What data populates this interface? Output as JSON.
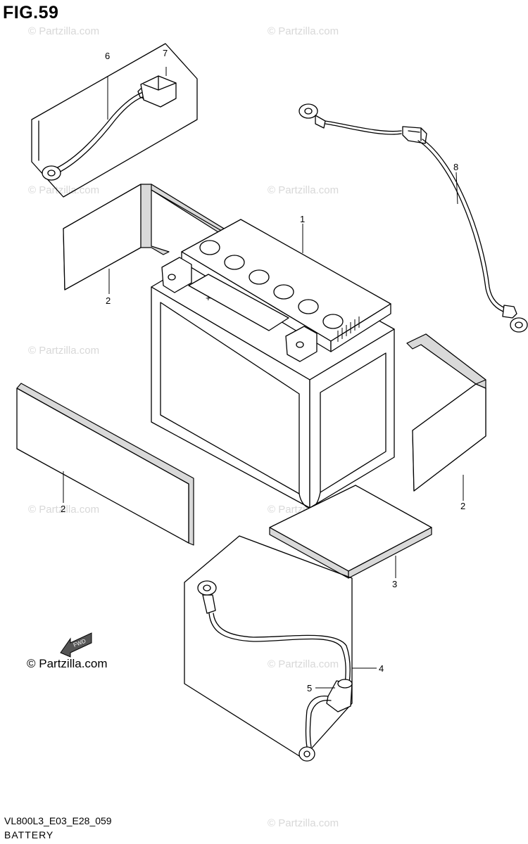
{
  "figure": {
    "title": "FIG.59",
    "code": "VL800L3_E03_E28_059",
    "name": "BATTERY",
    "brand": "© Partzilla.com",
    "watermark": "© Partzilla.com",
    "fwd_label": "FWD"
  },
  "callouts": [
    "1",
    "2",
    "2",
    "2",
    "3",
    "4",
    "5",
    "6",
    "7",
    "8"
  ],
  "colors": {
    "ink": "#000000",
    "panel_fill": "#d9d9d9",
    "watermark": "#d8d8d8"
  }
}
